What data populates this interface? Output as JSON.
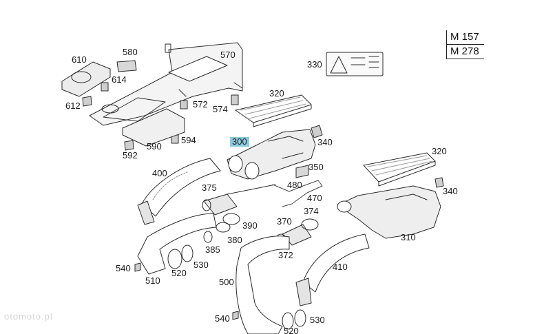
{
  "models": [
    "M 157",
    "M 278"
  ],
  "parts": {
    "p610": "610",
    "p580": "580",
    "p570": "570",
    "p614": "614",
    "p612": "612",
    "p572": "572",
    "p574": "574",
    "p594": "594",
    "p590": "590",
    "p592": "592",
    "p330": "330",
    "p320a": "320",
    "p300": "300",
    "p340a": "340",
    "p350": "350",
    "p400": "400",
    "p375": "375",
    "p480": "480",
    "p470": "470",
    "p374": "374",
    "p390": "390",
    "p380": "380",
    "p385": "385",
    "p370": "370",
    "p372": "372",
    "p320b": "320",
    "p340b": "340",
    "p310": "310",
    "p410": "410",
    "p540a": "540",
    "p510": "510",
    "p520a": "520",
    "p530a": "530",
    "p500": "500",
    "p540b": "540",
    "p530b": "530",
    "p520b": "520"
  },
  "highlight_color": "#8ccbe0",
  "watermark": "otomoto.pl"
}
